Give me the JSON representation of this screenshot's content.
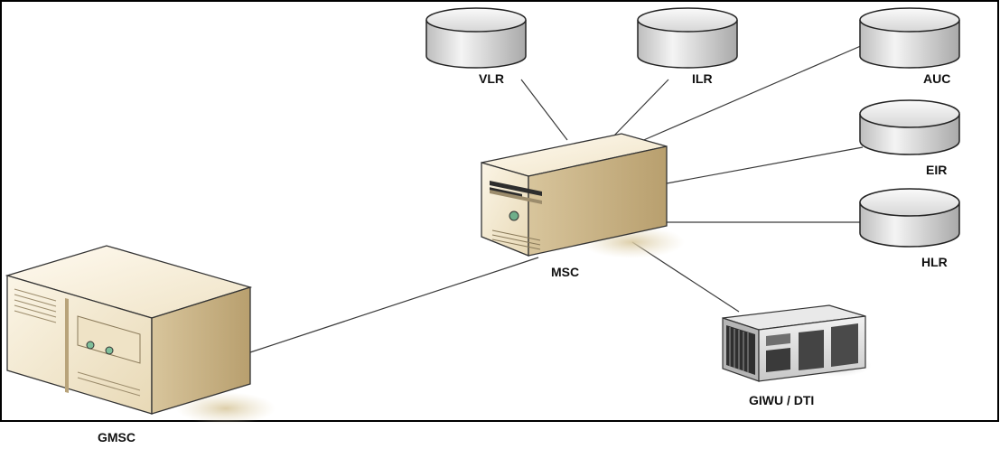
{
  "diagram": {
    "nodes": {
      "vlr": {
        "label": "VLR",
        "kind": "database"
      },
      "ilr": {
        "label": "ILR",
        "kind": "database"
      },
      "auc": {
        "label": "AUC",
        "kind": "database"
      },
      "eir": {
        "label": "EIR",
        "kind": "database"
      },
      "hlr": {
        "label": "HLR",
        "kind": "database"
      },
      "msc": {
        "label": "MSC",
        "kind": "server-tower"
      },
      "gmsc": {
        "label": "GMSC",
        "kind": "server-cabinet"
      },
      "giwu": {
        "label": "GIWU / DTI",
        "kind": "rack-unit"
      }
    },
    "edges": [
      {
        "from": "msc",
        "to": "vlr"
      },
      {
        "from": "msc",
        "to": "ilr"
      },
      {
        "from": "msc",
        "to": "auc"
      },
      {
        "from": "msc",
        "to": "eir"
      },
      {
        "from": "msc",
        "to": "hlr"
      },
      {
        "from": "msc",
        "to": "giwu"
      },
      {
        "from": "msc",
        "to": "gmsc"
      }
    ],
    "colors": {
      "server_body": "#f1e6cc",
      "server_side": "#cdb78c",
      "database": "#d9d9d9",
      "rack": "#d4d4d4",
      "lines": "#3a3a3a"
    }
  }
}
